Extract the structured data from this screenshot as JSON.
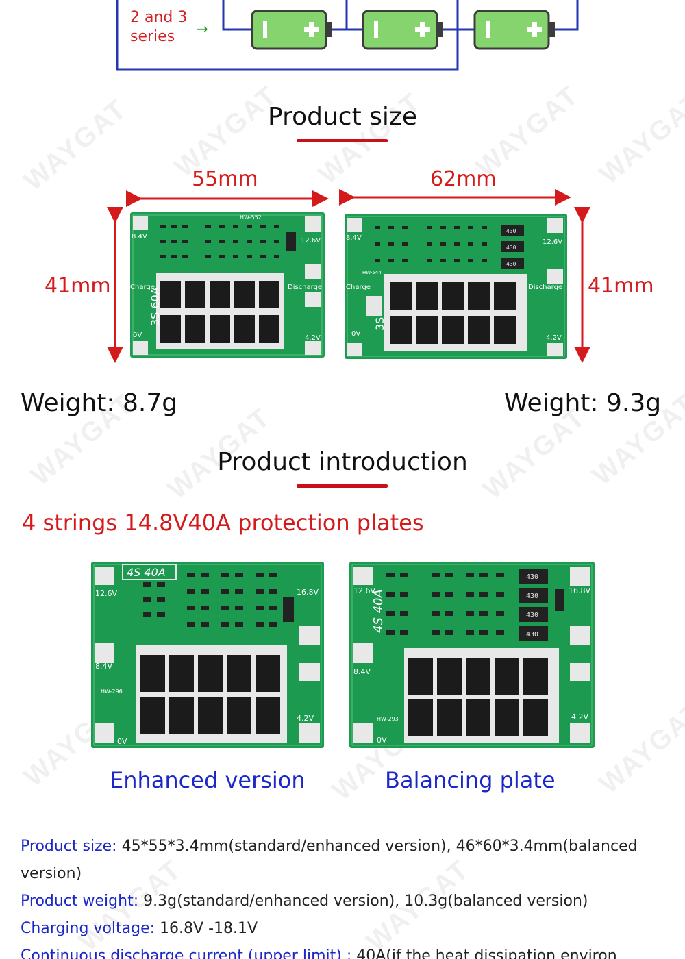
{
  "diagram": {
    "series_label_line1": "2 and 3",
    "series_label_line2": "series",
    "arrow": "→",
    "battery_minus": "I",
    "battery_plus": "+",
    "colors": {
      "wire": "#2436b0",
      "battery": "#86d46e",
      "battery_stroke": "#3c3c3c",
      "label": "#d42020"
    }
  },
  "size_section": {
    "title": "Product size",
    "left_width": "55mm",
    "right_width": "62mm",
    "left_height": "41mm",
    "right_height": "41mm",
    "left_weight": "Weight: 8.7g",
    "right_weight": "Weight: 9.3g"
  },
  "intro_section": {
    "title": "Product introduction",
    "subtitle": "4 strings 14.8V40A protection plates",
    "enhanced_caption": "Enhanced version",
    "balancing_caption": "Balancing plate"
  },
  "boards": {
    "left_small": {
      "code": "HW-552",
      "v_top_left": "8.4V",
      "v_top_right": "12.6V",
      "charge": "Charge",
      "discharge": "Discharge",
      "rating": "3S 60A",
      "v_bottom_left": "0V",
      "v_bottom_right": "4.2V"
    },
    "right_small": {
      "code": "HW-544",
      "v_top_left": "8.4V",
      "v_top_right": "12.6V",
      "charge": "Charge",
      "discharge": "Discharge",
      "rating": "3S",
      "v_bottom_left": "0V",
      "v_bottom_right": "4.2V",
      "resistor": "430"
    },
    "enhanced": {
      "rating": "4S 40A",
      "code": "HW-296",
      "v1": "12.6V",
      "v2": "16.8V",
      "v3": "8.4V",
      "v4": "4.2V",
      "v5": "0V"
    },
    "balancing": {
      "rating": "4S 40A",
      "code": "HW-293",
      "v1": "12.6V",
      "v2": "16.8V",
      "v3": "8.4V",
      "v4": "4.2V",
      "v5": "0V",
      "resistor": "430"
    }
  },
  "specs": {
    "size_key": "Product size:",
    "size_val": " 45*55*3.4mm(standard/enhanced version), 46*60*3.4mm(balanced version)",
    "weight_key": "Product weight:",
    "weight_val": " 9.3g(standard/enhanced version), 10.3g(balanced version)",
    "charge_key": "Charging voltage:",
    "charge_val": " 16.8V -18.1V",
    "discharge_key": "Continuous discharge current (upper limit) :",
    "discharge_val": " 40A(if the heat dissipation environ"
  },
  "watermark": "WAYGAT",
  "colors": {
    "title_bar": "#c8101a",
    "dimension": "#d41a1a",
    "caption": "#1a28c8",
    "pcb": "#1a9a4a"
  }
}
